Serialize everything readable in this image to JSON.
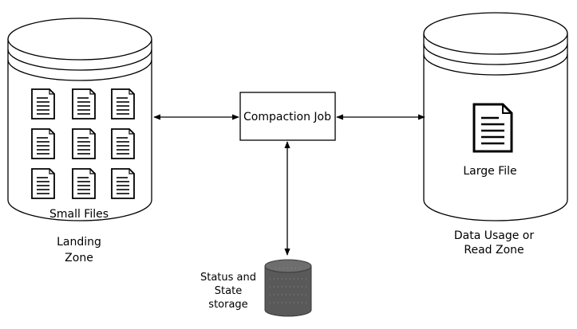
{
  "diagram": {
    "landing_zone": {
      "title_line1": "Landing",
      "title_line2": "Zone",
      "files_caption": "Small Files"
    },
    "read_zone": {
      "title_line1": "Data Usage or",
      "title_line2": "Read Zone",
      "file_caption": "Large File"
    },
    "compaction_job": {
      "label": "Compaction Job"
    },
    "storage": {
      "line1": "Status and",
      "line2": "State",
      "line3": "storage"
    },
    "icons": {
      "small_file": "document-icon",
      "large_file": "document-icon",
      "storage": "database-icon"
    },
    "colors": {
      "stroke": "#000000",
      "storage_fill": "#595959",
      "storage_top": "#6e6e6e"
    }
  }
}
